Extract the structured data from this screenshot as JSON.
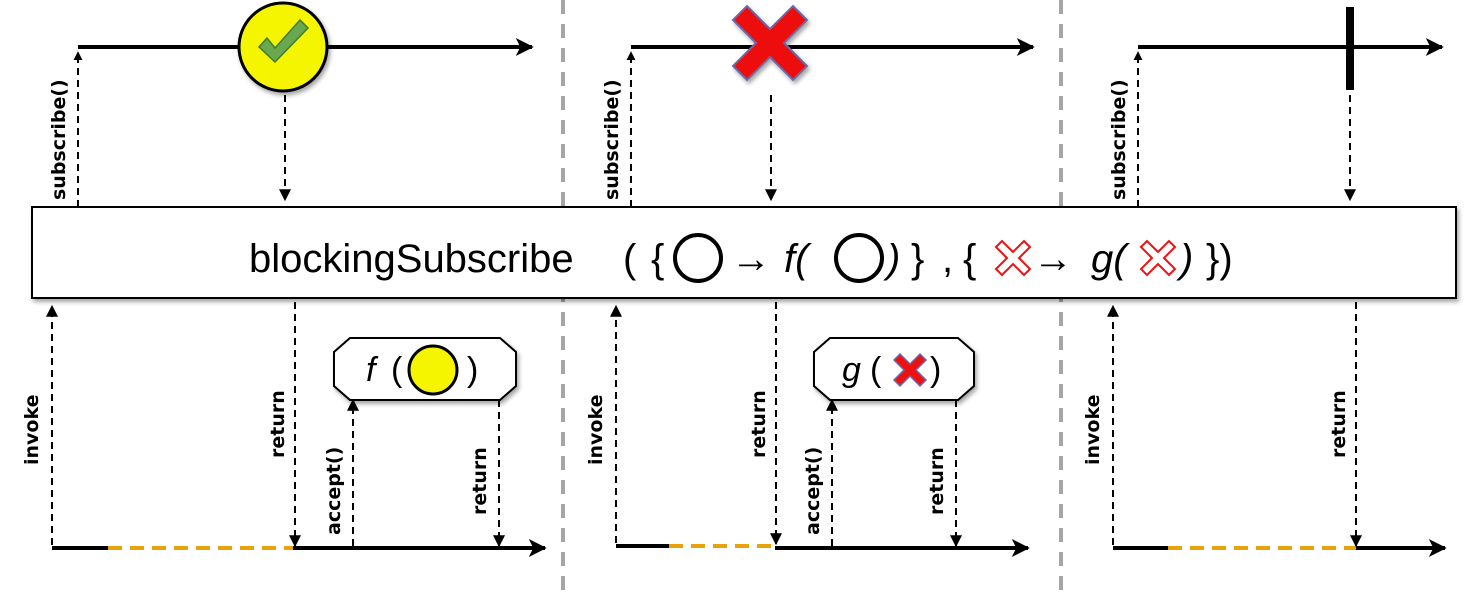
{
  "banner": {
    "method": "blockingSubscribe",
    "open_paren": "(",
    "brace_open_1": "{",
    "arrow": "→",
    "func_f": "f(",
    "close_f": ")",
    "brace_close_1": "}",
    "comma": ",",
    "brace_open_2": "{",
    "func_g": "g(",
    "close_g": ")",
    "brace_close_2": "})"
  },
  "labels": {
    "subscribe": "subscribe()",
    "invoke": "invoke",
    "return": "return",
    "accept": "accept()"
  },
  "panels": [
    {
      "id": "success",
      "terminal": "checkmark",
      "callback_name": "f",
      "callback_paren_open": "(",
      "callback_paren_close": ")"
    },
    {
      "id": "error",
      "terminal": "error-x",
      "callback_name": "g",
      "callback_paren_open": "(",
      "callback_paren_close": ")"
    },
    {
      "id": "complete",
      "terminal": "complete-bar"
    }
  ],
  "colors": {
    "item_yellow": "#f5f500",
    "check_green": "#6aa84f",
    "error_red": "#ee1111",
    "error_outline": "#6a6aa8",
    "blocking_dash": "#e8a20c",
    "separator": "#a6a6a6",
    "line": "#000000"
  }
}
